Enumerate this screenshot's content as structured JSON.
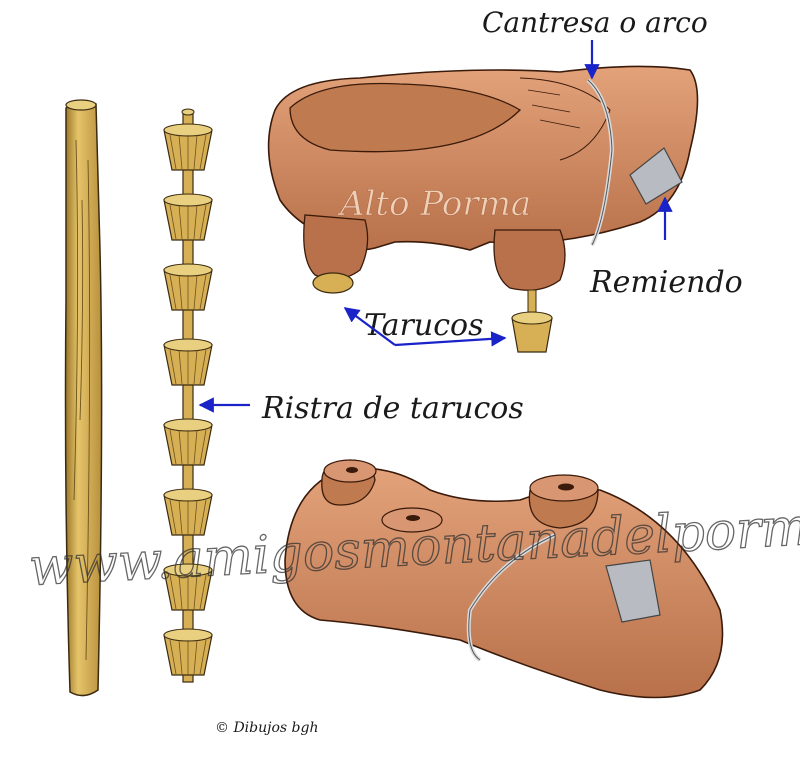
{
  "labels": {
    "cantresa": "Cantresa o arco",
    "remiendo": "Remiendo",
    "tarucos": "Tarucos",
    "ristra": "Ristra de tarucos"
  },
  "overlay_text": "Alto Porma",
  "watermark": "www.amigosmontanadelporma.es",
  "credit": "© Dibujos bgh",
  "colors": {
    "wood": "#d7b055",
    "wood_dark": "#9a7628",
    "clog": "#d08a5c",
    "clog_dark": "#a5623a",
    "arrow": "#1a23c8",
    "patch": "#b8bcc2"
  }
}
